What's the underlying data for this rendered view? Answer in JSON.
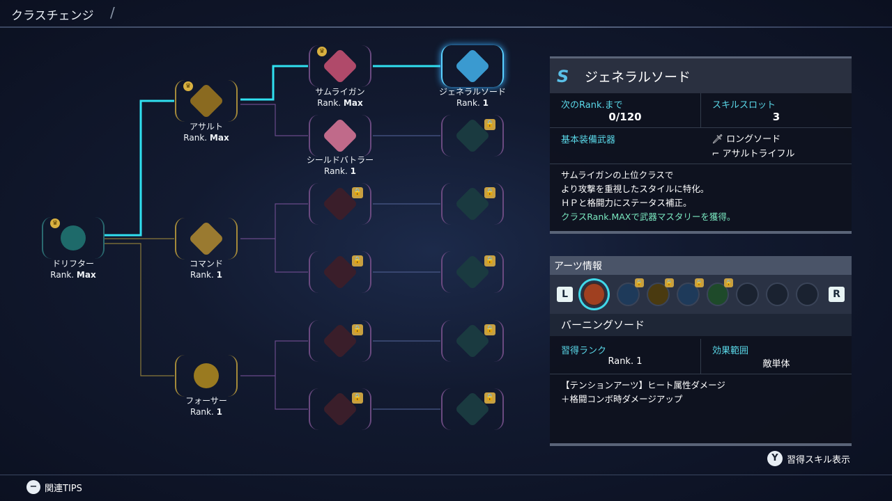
{
  "header": {
    "title": "クラスチェンジ"
  },
  "tree": {
    "drifter": {
      "name": "ドリフター",
      "rank_prefix": "Rank.",
      "rank": "Max"
    },
    "assault": {
      "name": "アサルト",
      "rank_prefix": "Rank.",
      "rank": "Max"
    },
    "command": {
      "name": "コマンド",
      "rank_prefix": "Rank.",
      "rank": "1"
    },
    "forcer": {
      "name": "フォーサー",
      "rank_prefix": "Rank.",
      "rank": "1"
    },
    "samurai_gunner": {
      "name": "サムライガン",
      "rank_prefix": "Rank.",
      "rank": "Max"
    },
    "shield_battler": {
      "name": "シールドバトラー",
      "rank_prefix": "Rank.",
      "rank": "1"
    },
    "general_sword": {
      "name": "ジェネラルソード",
      "rank_prefix": "Rank.",
      "rank": "1"
    }
  },
  "detail": {
    "title": "ジェネラルソード",
    "next_rank_label": "次のRank.まで",
    "next_rank_value": "0/120",
    "skill_slot_label": "スキルスロット",
    "skill_slot_value": "3",
    "weapons_label": "基本装備武器",
    "weapons": [
      "ロングソード",
      "アサルトライフル"
    ],
    "description": [
      "サムライガンの上位クラスで",
      "より攻撃を重視したスタイルに特化。",
      "ＨＰと格闘力にステータス補正。"
    ],
    "description_highlight": "クラスRank.MAXで武器マスタリーを獲得。"
  },
  "arts": {
    "header": "アーツ情報",
    "left_key": "L",
    "right_key": "R",
    "selected_name": "バーニングソード",
    "rank_label": "習得ランク",
    "rank_value": "Rank. 1",
    "range_label": "効果範囲",
    "range_value": "敵単体",
    "description": [
      "【テンションアーツ】ヒート属性ダメージ",
      "＋格闘コンボ時ダメージアップ"
    ]
  },
  "footer": {
    "y_key": "Y",
    "y_label": "習得スキル表示",
    "minus_key": "−",
    "tips_label": "関連TIPS"
  }
}
